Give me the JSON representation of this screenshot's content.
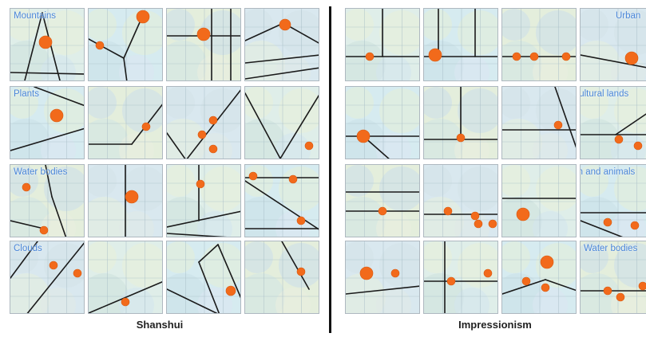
{
  "panels": [
    {
      "title": "Shanshui",
      "categories": [
        "Mountains",
        "Plants",
        "Water bodies",
        "Clouds"
      ]
    },
    {
      "title": "Impressionism",
      "categories": [
        "Urban",
        "Agricultural lands",
        "Human and animals",
        "Water bodies"
      ]
    }
  ],
  "colors": {
    "point": "#f26a1b",
    "line": "#1a1a1a",
    "label": "#4a86d8",
    "divider": "#111111"
  }
}
